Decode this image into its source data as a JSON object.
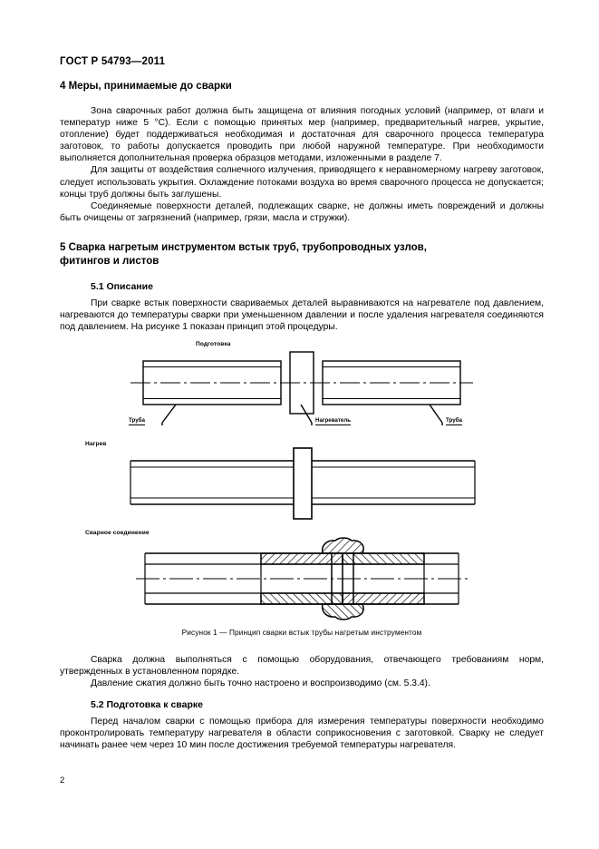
{
  "document": {
    "header": "ГОСТ Р 54793—2011",
    "page_number": "2"
  },
  "sections": {
    "s4": {
      "heading": "4  Меры, принимаемые до сварки",
      "p1": "Зона сварочных работ должна быть защищена от влияния погодных условий (например, от влаги и температур ниже 5 °C). Если с помощью принятых мер (например, предварительный нагрев, укрытие, отопление) будет поддерживаться необходимая и достаточная для сварочного процесса температура заготовок, то работы допускается проводить при любой наружной температуре. При необходимости выполняется дополнительная проверка образцов методами, изложенными в разделе 7.",
      "p2": "Для защиты от воздействия солнечного излучения, приводящего к неравномерному нагреву заготовок, следует использовать укрытия. Охлаждение потоками воздуха во время сварочного процесса не допускается; концы труб должны быть заглушены.",
      "p3": "Соединяемые поверхности деталей, подлежащих сварке, не должны иметь повреждений и должны быть очищены от загрязнений (например, грязи, масла и стружки)."
    },
    "s5": {
      "heading_line1": "5  Сварка нагретым инструментом встык труб, трубопроводных узлов,",
      "heading_line2": "фитингов и листов"
    },
    "s51": {
      "heading": "5.1  Описание",
      "p1": "При сварке встык поверхности свариваемых деталей выравниваются на нагревателе под давлением, нагреваются до температуры сварки при уменьшенном давлении и после удаления нагревателя соединяются под давлением. На рисунке 1 показан принцип этой процедуры."
    },
    "after_figure": {
      "p1": "Сварка должна выполняться с помощью оборудования, отвечающего требованиям норм, утвержденных в установленном порядке.",
      "p2": "Давление сжатия должно быть точно настроено и воспроизводимо (см. 5.3.4)."
    },
    "s52": {
      "heading": "5.2  Подготовка к сварке",
      "p1": "Перед началом сварки с помощью прибора для измерения температуры поверхности необходимо проконтролировать температуру нагревателя в области соприкосновения с заготовкой. Сварку не следует начинать ранее чем через 10 мин после достижения требуемой температуры нагревателя."
    }
  },
  "figure": {
    "caption": "Рисунок 1 — Принцип сварки встык трубы нагретым инструментом",
    "panels": [
      {
        "title": "Подготовка",
        "callouts": [
          "Труба",
          "Нагреватель",
          "Труба"
        ]
      },
      {
        "title": "Нагрев",
        "callouts": []
      },
      {
        "title": "Сварное соединение",
        "callouts": []
      }
    ]
  }
}
